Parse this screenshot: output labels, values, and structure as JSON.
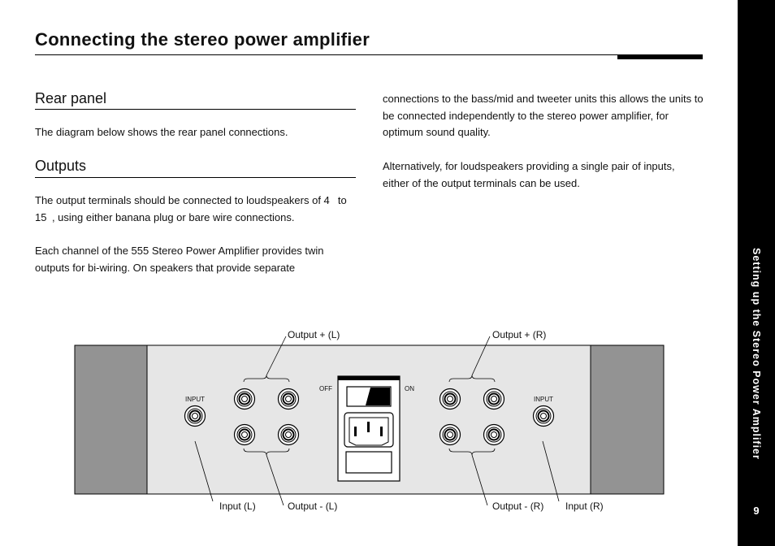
{
  "page": {
    "title": "Connecting the stereo power amplifier",
    "page_number": "9",
    "side_title": "Setting up the Stereo Power Amplifier"
  },
  "sections": {
    "rear_panel": {
      "heading": "Rear panel",
      "text": "The diagram below shows the rear panel connections."
    },
    "outputs": {
      "heading": "Outputs",
      "p1": "The output terminals should be connected to loudspeakers of 4  to 15 , using either banana plug or bare wire connections.",
      "p2": "Each channel of the 555 Stereo Power Amplifier provides twin outputs for bi-wiring. On speakers that provide separate"
    },
    "right_column": {
      "p1": "connections to the bass/mid and tweeter units this allows the units to be connected independently to the stereo power amplifier, for optimum sound quality.",
      "p2": "Alternatively, for loudspeakers providing a single pair of inputs, either of the output terminals can be used."
    }
  },
  "diagram": {
    "labels": {
      "output_plus_l": "Output + (L)",
      "output_plus_r": "Output + (R)",
      "output_minus_l": "Output - (L)",
      "output_minus_r": "Output - (R)",
      "input_l": "Input (L)",
      "input_r": "Input (R)",
      "panel_input_l": "INPUT",
      "panel_input_r": "INPUT",
      "switch_off": "OFF",
      "switch_on": "ON"
    }
  }
}
